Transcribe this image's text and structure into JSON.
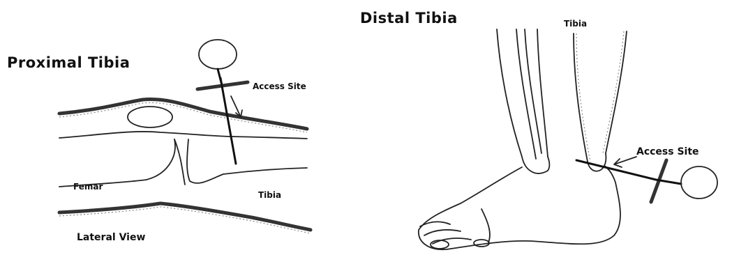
{
  "left_panel": {
    "title": "Proximal Tibia",
    "access_label": "Access Site",
    "femur_label": "Femar",
    "tibia_label": "Tibia",
    "view_label": "Lateral View"
  },
  "right_panel": {
    "title": "Distal Tibia",
    "tibia_label": "Tibia",
    "access_label": "Access Site"
  }
}
